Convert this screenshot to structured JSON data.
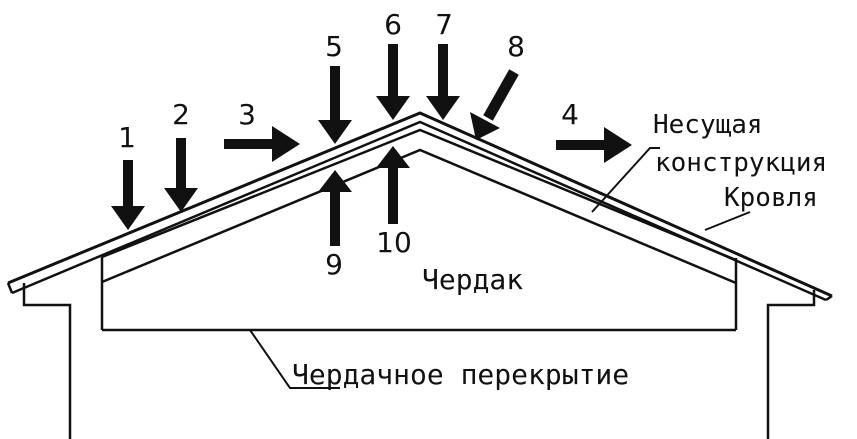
{
  "labels": {
    "load_bearing": "Несущая\nконструкция",
    "load_bearing_line1": "Несущая",
    "load_bearing_line2": "конструкция",
    "roofing": "Кровля",
    "attic": "Чердак",
    "attic_floor": "Чердачное перекрытие"
  },
  "arrows": [
    {
      "id": "1",
      "label": "1",
      "direction": "down"
    },
    {
      "id": "2",
      "label": "2",
      "direction": "down"
    },
    {
      "id": "3",
      "label": "3",
      "direction": "right"
    },
    {
      "id": "4",
      "label": "4",
      "direction": "right"
    },
    {
      "id": "5",
      "label": "5",
      "direction": "down"
    },
    {
      "id": "6",
      "label": "6",
      "direction": "down"
    },
    {
      "id": "7",
      "label": "7",
      "direction": "down"
    },
    {
      "id": "8",
      "label": "8",
      "direction": "down-left"
    },
    {
      "id": "9",
      "label": "9",
      "direction": "up"
    },
    {
      "id": "10",
      "label": "10",
      "direction": "up"
    }
  ],
  "colors": {
    "ink": "#111111",
    "paper": "#ffffff"
  }
}
